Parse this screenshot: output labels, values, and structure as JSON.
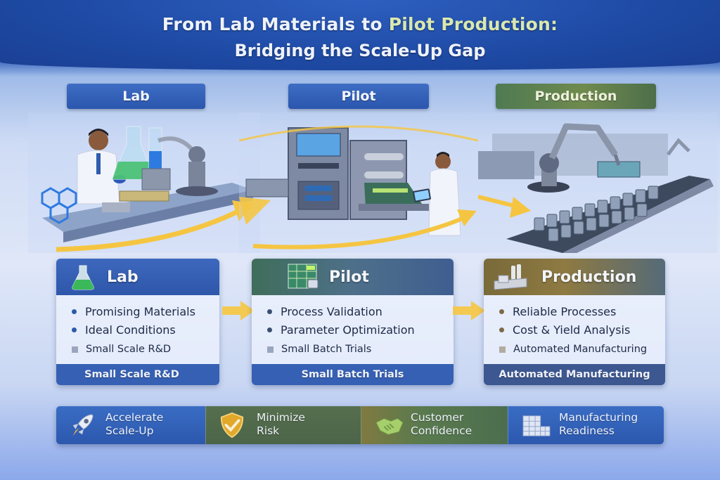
{
  "header": {
    "title_part1": "From Lab Materials to ",
    "title_accent": "Pilot Production:",
    "subtitle_part1": "Bridging the ",
    "subtitle_strong": "Scale-Up Gap"
  },
  "stages": [
    {
      "label": "Lab"
    },
    {
      "label": "Pilot"
    },
    {
      "label": "Production"
    }
  ],
  "scenes": [
    {
      "name": "lab-scene",
      "description": "Scientist with flasks, robotic arm, molecular structure"
    },
    {
      "name": "pilot-scene",
      "description": "Pilot coating machine with engineer holding tablet"
    },
    {
      "name": "production-scene",
      "description": "Robotic arms and conveyor of battery cells"
    }
  ],
  "cards": [
    {
      "title": "Lab",
      "icon": "flask-icon",
      "items": [
        "Promising Materials",
        "Ideal Conditions"
      ],
      "minor_item": "Small Scale R&D",
      "footer": "Small Scale R&D"
    },
    {
      "title": "Pilot",
      "icon": "chart-monitor-icon",
      "items": [
        "Process Validation",
        "Parameter Optimization"
      ],
      "minor_item": "Small Batch Trials",
      "footer": "Small Batch Trials"
    },
    {
      "title": "Production",
      "icon": "factory-icon",
      "items": [
        "Reliable Processes",
        "Cost & Yield Analysis"
      ],
      "minor_item": "Automated Manufacturing",
      "footer": "Automated Manufacturing"
    }
  ],
  "benefits": [
    {
      "line1": "Accelerate",
      "line2": "Scale-Up",
      "icon": "rocket-icon"
    },
    {
      "line1": "Minimize",
      "line2": "Risk",
      "icon": "shield-check-icon"
    },
    {
      "line1": "Customer",
      "line2": "Confidence",
      "icon": "handshake-icon"
    },
    {
      "line1": "Manufacturing",
      "line2": "Readiness",
      "icon": "calendar-grid-icon"
    }
  ],
  "colors": {
    "primary_blue": "#2c58ae",
    "production_green": "#5a7a4e",
    "arrow_gold": "#f5c542",
    "title_accent": "#d9e8b0"
  }
}
